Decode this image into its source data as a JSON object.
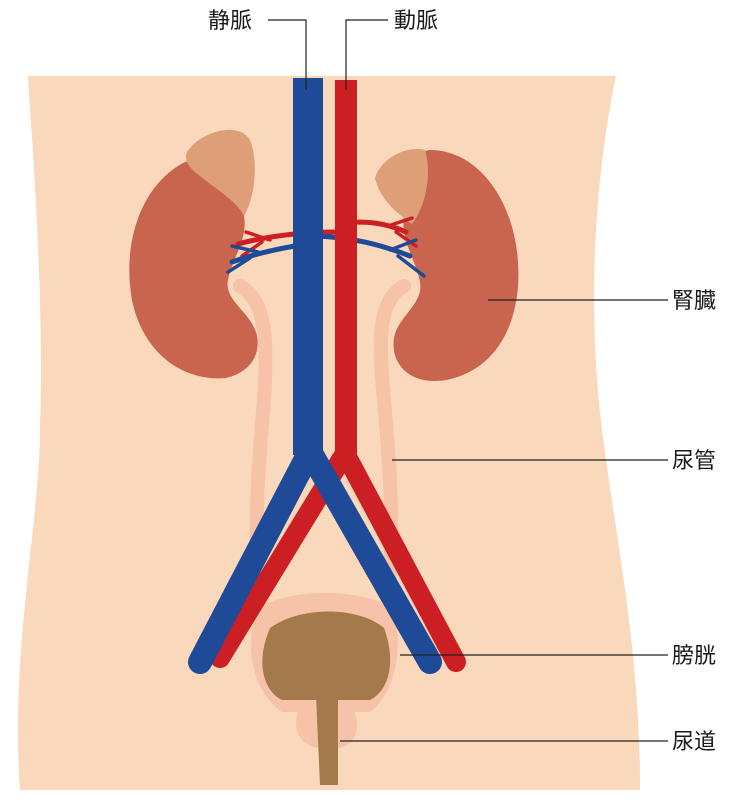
{
  "labels": {
    "vein": "静脈",
    "artery": "動脈",
    "kidney": "腎臓",
    "ureter": "尿管",
    "bladder": "膀胱",
    "urethra": "尿道"
  },
  "colors": {
    "skin": "#f9d8bb",
    "skin_dark": "#f6c3a8",
    "kidney": "#c9644e",
    "adrenal": "#dd9e78",
    "vein": "#1f4a98",
    "artery": "#cc1f23",
    "bladder": "#a47a4c",
    "text": "#1a1a1a"
  }
}
